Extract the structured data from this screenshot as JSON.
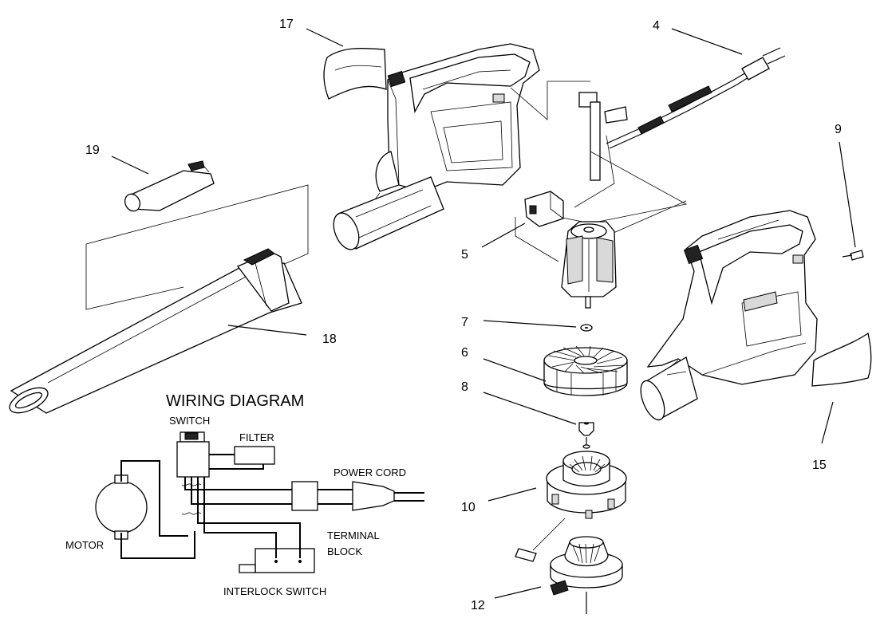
{
  "part_numbers": {
    "p4": "4",
    "p5": "5",
    "p6": "6",
    "p7": "7",
    "p8": "8",
    "p9": "9",
    "p10": "10",
    "p12": "12",
    "p15": "15",
    "p17": "17",
    "p18": "18",
    "p19": "19"
  },
  "wiring_diagram": {
    "title": "WIRING DIAGRAM",
    "switch": "SWITCH",
    "filter": "FILTER",
    "power_cord": "POWER CORD",
    "motor": "MOTOR",
    "terminal": "TERMINAL",
    "block": "BLOCK",
    "interlock_switch": "INTERLOCK SWITCH"
  }
}
